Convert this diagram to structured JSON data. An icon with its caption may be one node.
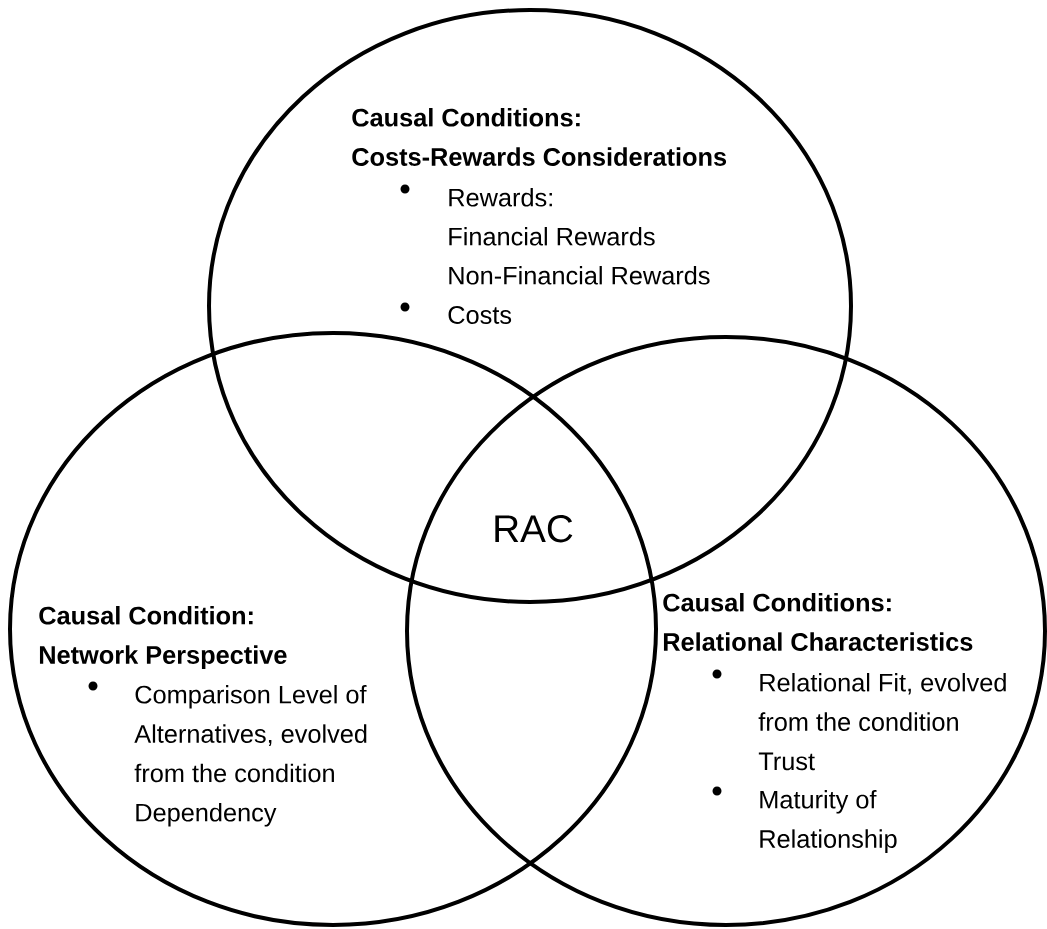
{
  "diagram": {
    "nodes": [
      {
        "text": [
          "Causal Conditions: Costs-Rewards Considerations",
          "Rewards:",
          "Financial Rewards",
          "Non-Financial Rewards",
          "Costs"
        ]
      },
      {
        "text": [
          "Causal Condition: Network Perspective",
          "Comparison Level of Alternatives, evolved from the condition Dependency"
        ]
      },
      {
        "text": [
          "Causal Conditions: Relational Characteristics",
          "Relational Fit, evolved from the condition Trust",
          "Maturity of Relationship"
        ]
      }
    ],
    "labels": [
      "RAC"
    ]
  }
}
